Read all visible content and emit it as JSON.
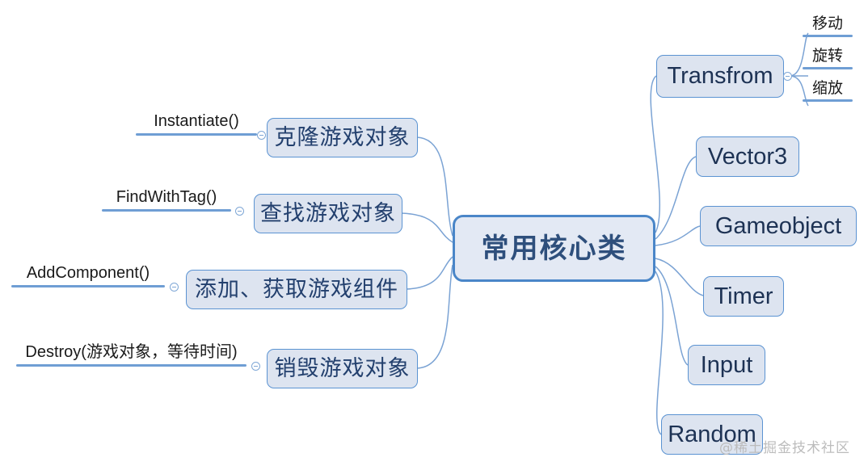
{
  "diagram": {
    "type": "mind-map",
    "center": {
      "label": "常用核心类"
    },
    "left_branches": [
      {
        "method": "Instantiate()",
        "node": "克隆游戏对象"
      },
      {
        "method": "FindWithTag()",
        "node": "查找游戏对象"
      },
      {
        "method": "AddComponent()",
        "node": "添加、获取游戏组件"
      },
      {
        "method": "Destroy(游戏对象，等待时间)",
        "node": "销毁游戏对象"
      }
    ],
    "right_branches": [
      {
        "node": "Transfrom",
        "children": [
          "移动",
          "旋转",
          "缩放"
        ]
      },
      {
        "node": "Vector3",
        "children": []
      },
      {
        "node": "Gameobject",
        "children": []
      },
      {
        "node": "Timer",
        "children": []
      },
      {
        "node": "Input",
        "children": []
      },
      {
        "node": "Random",
        "children": []
      }
    ]
  },
  "watermark": {
    "text": "@稀土掘金技术社区"
  },
  "colors": {
    "node_fill": "#dde4f0",
    "node_border": "#5b93d2",
    "center_fill": "#e3e9f4",
    "center_border": "#4a86c8",
    "center_text": "#2e4f7c",
    "node_text": "#1f3255",
    "connector": "#7ba3d4",
    "rule": "#6f9ed4",
    "label_text": "#1a1a1a",
    "watermark_text": "#bcbcbc",
    "background": "#ffffff"
  }
}
